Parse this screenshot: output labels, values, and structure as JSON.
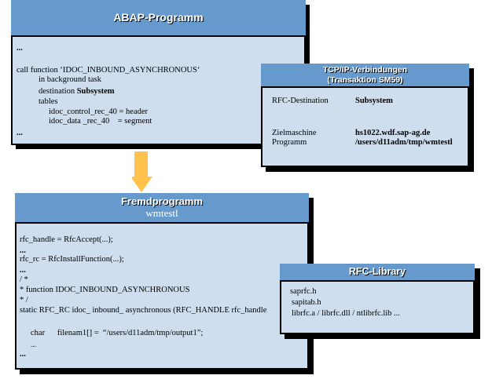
{
  "abap": {
    "title": "ABAP-Programm",
    "lines": [
      "...",
      "call function ‘IDOC_INBOUND_ASYNCHRONOUS‘",
      "in background task",
      "destination ",
      "Subsystem",
      "tables",
      "idoc_control_rec_40 = header",
      "idoc_data _rec_40    = segment",
      "..."
    ]
  },
  "tcp": {
    "title_line1": "TCP/IP-Verbindungen",
    "title_line2": "(Transaktion SM59)",
    "rows": [
      {
        "label": "RFC-Destination",
        "value": "Subsystem"
      },
      {
        "label": "Zielmaschine",
        "value": "hs1022.wdf.sap-ag.de"
      },
      {
        "label": "Programm",
        "value": "/users/d11adm/tmp/wmtestl"
      }
    ]
  },
  "fremd": {
    "title": "Fremdprogramm",
    "subtitle": "wmtestl",
    "lines": [
      "rfc_handle = RfcAccept(...);",
      "...",
      "rfc_rc = RfcInstallFunction(...);",
      "...",
      "/ *",
      "* function IDOC_INBOUND_ASYNCHRONOUS",
      "* /",
      "static RFC_RC idoc_ inbound_ asynchronous (RFC_HANDLE rfc_handle",
      "char      filenam1[] =  “/users/d11adm/tmp/output1”;",
      "...",
      "..."
    ]
  },
  "rfclib": {
    "title": "RFC-Library",
    "lines": [
      "saprfc.h",
      "sapitab.h",
      "librfc.a / librfc.dll / ntlibrfc.lib ..."
    ]
  },
  "arrow_color": "#ffc34d",
  "header_color": "#6699cc",
  "body_color": "#cfdeef"
}
